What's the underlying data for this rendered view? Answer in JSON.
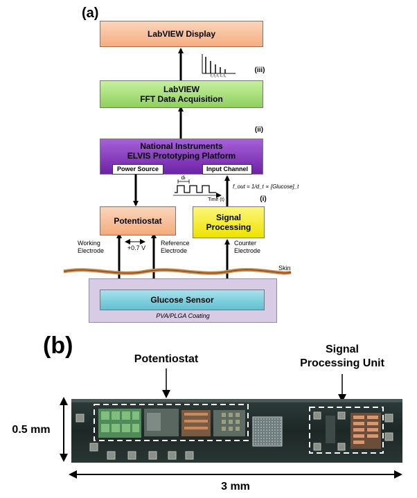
{
  "panel_a": {
    "label": "(a)",
    "labview_display": "LabVIEW Display",
    "fft_line1": "LabVIEW",
    "fft_line2": "FFT Data Acquisition",
    "ni_line1": "National Instruments",
    "ni_line2": "ELVIS Prototyping Platform",
    "power_source": "Power Source",
    "input_channel": "Input Channel",
    "potentiostat": "Potentiostat",
    "signal_line1": "Signal",
    "signal_line2": "Processing",
    "glucose_sensor": "Glucose Sensor",
    "coating": "PVA/PLGA Coating",
    "skin": "Skin",
    "working_electrode_1": "Working",
    "working_electrode_2": "Electrode",
    "reference_electrode_1": "Reference",
    "reference_electrode_2": "Electrode",
    "counter_electrode_1": "Counter",
    "counter_electrode_2": "Electrode",
    "voltage": "+0.7 V",
    "marker_iii": "(iii)",
    "marker_ii": "(ii)",
    "marker_i": "(i)",
    "pulse_dt": "dₜ",
    "pulse_time": "Time (t)",
    "formula": "f_out = 1/d_t ∝ [Glucose]_t",
    "spectrum_ticks": "f₁ f₂ f₃ f₄ f₅"
  },
  "panel_b": {
    "label": "(b)",
    "potentiostat_label": "Potentiostat",
    "signal_unit_line1": "Signal",
    "signal_unit_line2": "Processing Unit",
    "height_label": "0.5 mm",
    "width_label": "3 mm"
  },
  "colors": {
    "display_fill": "#f9c29c",
    "fft_fill": "#a8df7e",
    "ni_fill": "#8a3fc4",
    "potentiostat_fill": "#f8c49c",
    "signal_fill": "#f4f000",
    "sensor_fill": "#7fd0de",
    "coating_fill": "#d6c8e4",
    "skin": "#c8874a",
    "chip_bg": "#22302e"
  }
}
